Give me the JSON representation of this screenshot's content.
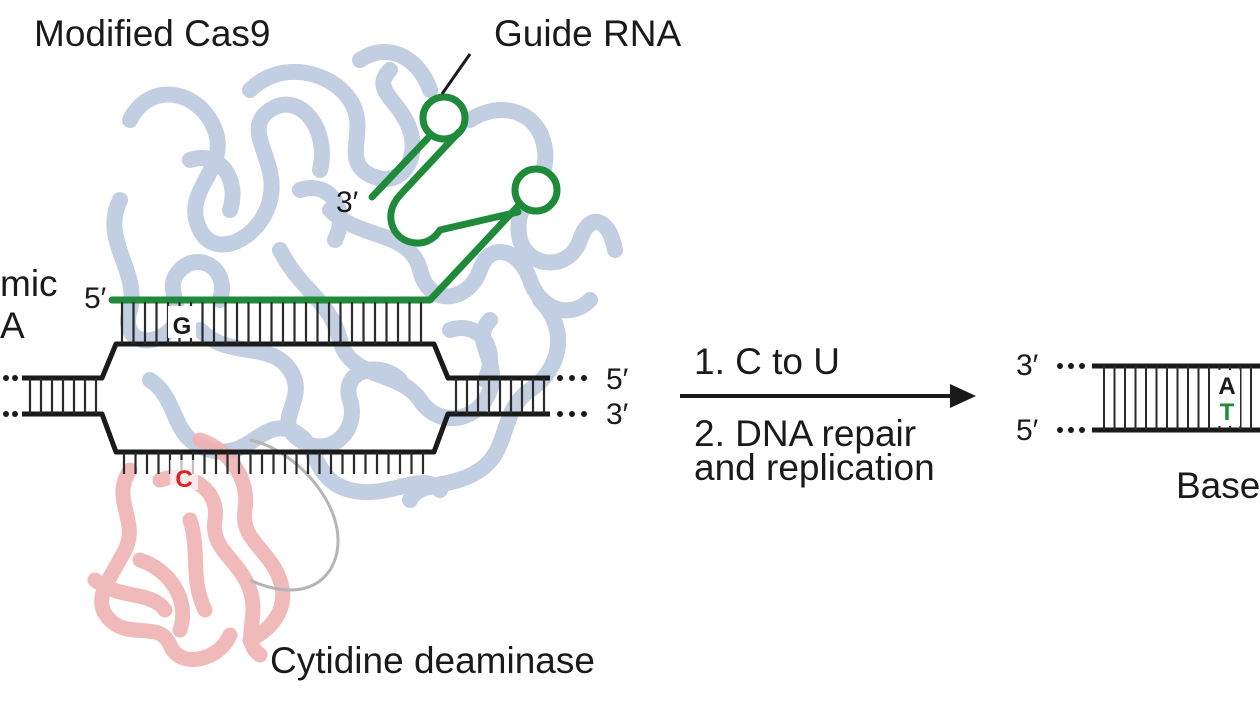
{
  "labels": {
    "cas9": "Modified Cas9",
    "guide_rna": "Guide RNA",
    "genomic_dna_top": "mic",
    "genomic_dna_bottom": "A",
    "deaminase": "Cytidine deaminase",
    "step1": "1. C to U",
    "step2_line1": "2. DNA repair",
    "step2_line2": "and replication",
    "result": "Base"
  },
  "ends": {
    "guide_3": "3′",
    "guide_5": "5′",
    "dna_right_top": "5′",
    "dna_right_bottom": "3′",
    "product_top": "3′",
    "product_bottom": "5′"
  },
  "bases": {
    "guide_pair": "G",
    "target": "C",
    "product_top": "A",
    "product_bottom": "T"
  },
  "colors": {
    "guide_rna": "#1f8a3a",
    "cas9_protein": "#b8c6dc",
    "deaminase_protein": "#f0b3b3",
    "target_base": "#e02020",
    "edited_base": "#1f8a3a",
    "dna": "#1a1a1a"
  }
}
